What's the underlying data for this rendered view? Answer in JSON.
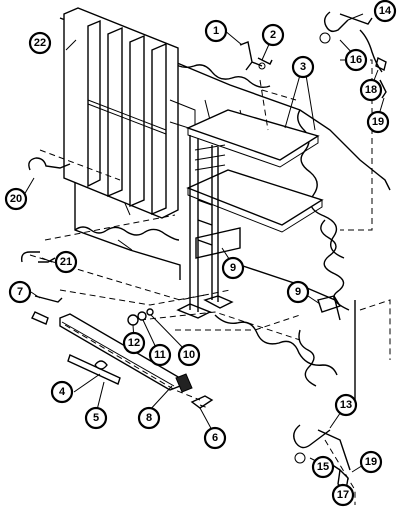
{
  "callouts": [
    {
      "id": "c1",
      "label": "1"
    },
    {
      "id": "c2",
      "label": "2"
    },
    {
      "id": "c3",
      "label": "3"
    },
    {
      "id": "c4",
      "label": "4"
    },
    {
      "id": "c5",
      "label": "5"
    },
    {
      "id": "c6",
      "label": "6"
    },
    {
      "id": "c7",
      "label": "7"
    },
    {
      "id": "c8",
      "label": "8"
    },
    {
      "id": "c9a",
      "label": "9"
    },
    {
      "id": "c9b",
      "label": "9"
    },
    {
      "id": "c10",
      "label": "10"
    },
    {
      "id": "c11",
      "label": "11"
    },
    {
      "id": "c12",
      "label": "12"
    },
    {
      "id": "c13",
      "label": "13"
    },
    {
      "id": "c14",
      "label": "14"
    },
    {
      "id": "c15",
      "label": "15"
    },
    {
      "id": "c16",
      "label": "16"
    },
    {
      "id": "c17",
      "label": "17"
    },
    {
      "id": "c18",
      "label": "18"
    },
    {
      "id": "c19a",
      "label": "19"
    },
    {
      "id": "c19b",
      "label": "19"
    },
    {
      "id": "c20",
      "label": "20"
    },
    {
      "id": "c21",
      "label": "21"
    },
    {
      "id": "c22",
      "label": "22"
    }
  ]
}
